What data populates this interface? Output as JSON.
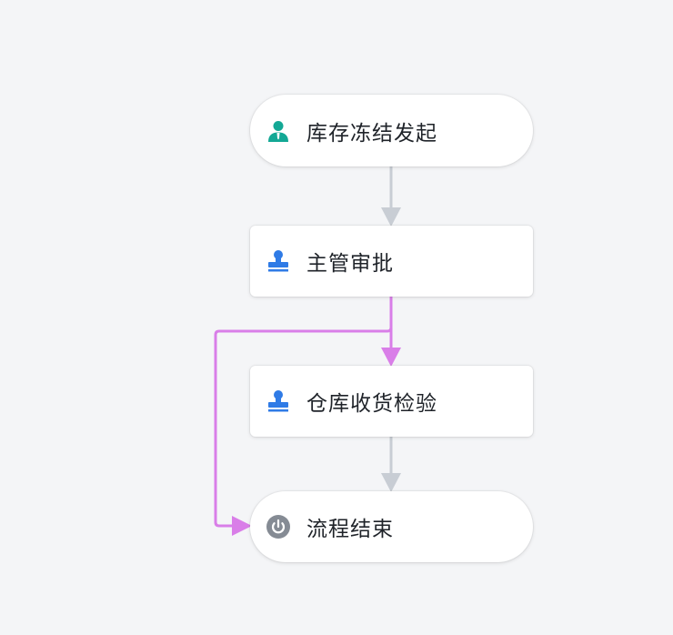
{
  "colors": {
    "background": "#f4f5f7",
    "start_icon": "#13a895",
    "task_icon": "#2f7be6",
    "end_icon": "#858b94",
    "edge_default": "#c8cdd4",
    "edge_reject": "#d97ee8"
  },
  "nodes": [
    {
      "id": "start",
      "label": "库存冻结发起",
      "shape": "pill",
      "icon": "person-icon"
    },
    {
      "id": "manager",
      "label": "主管审批",
      "shape": "rect",
      "icon": "stamp-icon"
    },
    {
      "id": "warehouse",
      "label": "仓库收货检验",
      "shape": "rect",
      "icon": "stamp-icon"
    },
    {
      "id": "end",
      "label": "流程结束",
      "shape": "pill",
      "icon": "power-icon"
    }
  ],
  "edges": [
    {
      "from": "start",
      "to": "manager",
      "style": "default"
    },
    {
      "from": "manager",
      "to": "warehouse",
      "style": "reject"
    },
    {
      "from": "manager",
      "to": "end",
      "style": "reject"
    },
    {
      "from": "warehouse",
      "to": "end",
      "style": "default"
    }
  ]
}
